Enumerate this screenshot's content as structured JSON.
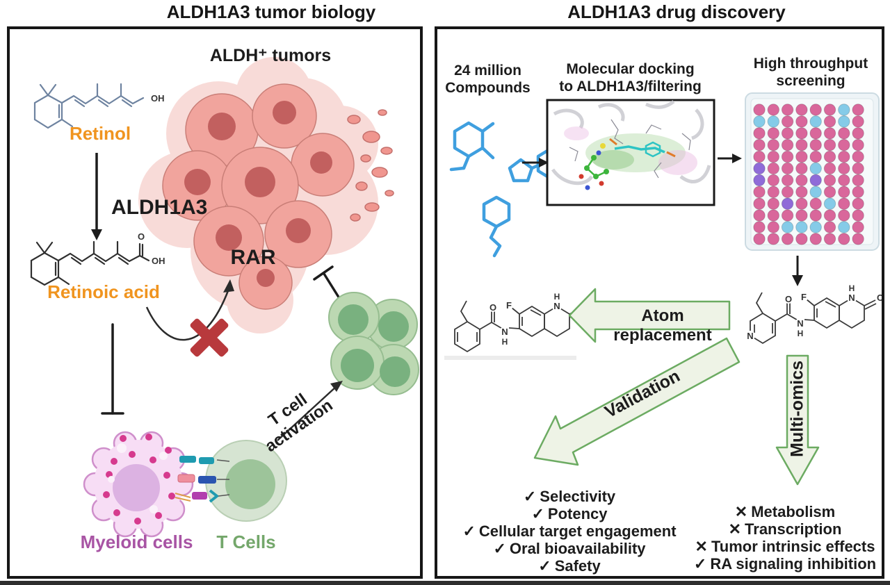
{
  "figure": {
    "left": {
      "title": "ALDH1A3 tumor biology",
      "tumors_heading": "ALDH⁺ tumors",
      "retinol": "Retinol",
      "aldh1a3": "ALDH1A3",
      "retinoic_acid": "Retinoic acid",
      "rar": "RAR",
      "t_cell_activation_line1": "T cell",
      "t_cell_activation_line2": "activation",
      "myeloid_cells": "Myeloid cells",
      "t_cells": "T Cells"
    },
    "right": {
      "title": "ALDH1A3 drug discovery",
      "compounds_line1": "24 million",
      "compounds_line2": "Compounds",
      "docking_line1": "Molecular docking",
      "docking_line2": "to ALDH1A3/filtering",
      "hts_line1": "High throughput",
      "hts_line2": "screening",
      "atom_replacement": "Atom replacement",
      "validation": "Validation",
      "multi_omics": "Multi-omics",
      "validation_items": [
        {
          "mark": "✓",
          "text": "Selectivity"
        },
        {
          "mark": "✓",
          "text": "Potency"
        },
        {
          "mark": "✓",
          "text": "Cellular target engagement"
        },
        {
          "mark": "✓",
          "text": "Oral bioavailability"
        },
        {
          "mark": "✓",
          "text": "Safety"
        }
      ],
      "multiomics_items": [
        {
          "mark": "✕",
          "text": "Metabolism"
        },
        {
          "mark": "✕",
          "text": "Transcription"
        },
        {
          "mark": "✕",
          "text": "Tumor intrinsic effects"
        },
        {
          "mark": "✓",
          "text": "RA signaling inhibition"
        }
      ]
    },
    "atoms": {
      "OH": "OH",
      "O": "O",
      "N": "N",
      "H": "H",
      "F": "F"
    },
    "plate": {
      "rows": [
        "PPPPPPBP",
        "BBPPBPBP",
        "PPPPPPPP",
        "PPPPPPPP",
        "PPPPPPPP",
        "VPPPBPPP",
        "VPPPVPPP",
        "PPPPBPPP",
        "PPVPPBPP",
        "PPPPPPPP",
        "PPBBBPBP",
        "PPPPPPPP"
      ],
      "colors": {
        "P": "#d9679b",
        "B": "#85cbe8",
        "V": "#8f6bd8"
      }
    },
    "colors": {
      "accent_orange": "#f0941f",
      "arrow_green_border": "#6cab62",
      "arrow_green_fill": "#eef3e6",
      "myeloid_purple": "#a854a4",
      "tcell_green": "#74a76b",
      "compound_blue": "#3f9fdf",
      "cross_red": "#b8393c",
      "well_pink": "#d9679b",
      "well_blue": "#85cbe8",
      "well_violet": "#8f6bd8"
    }
  }
}
